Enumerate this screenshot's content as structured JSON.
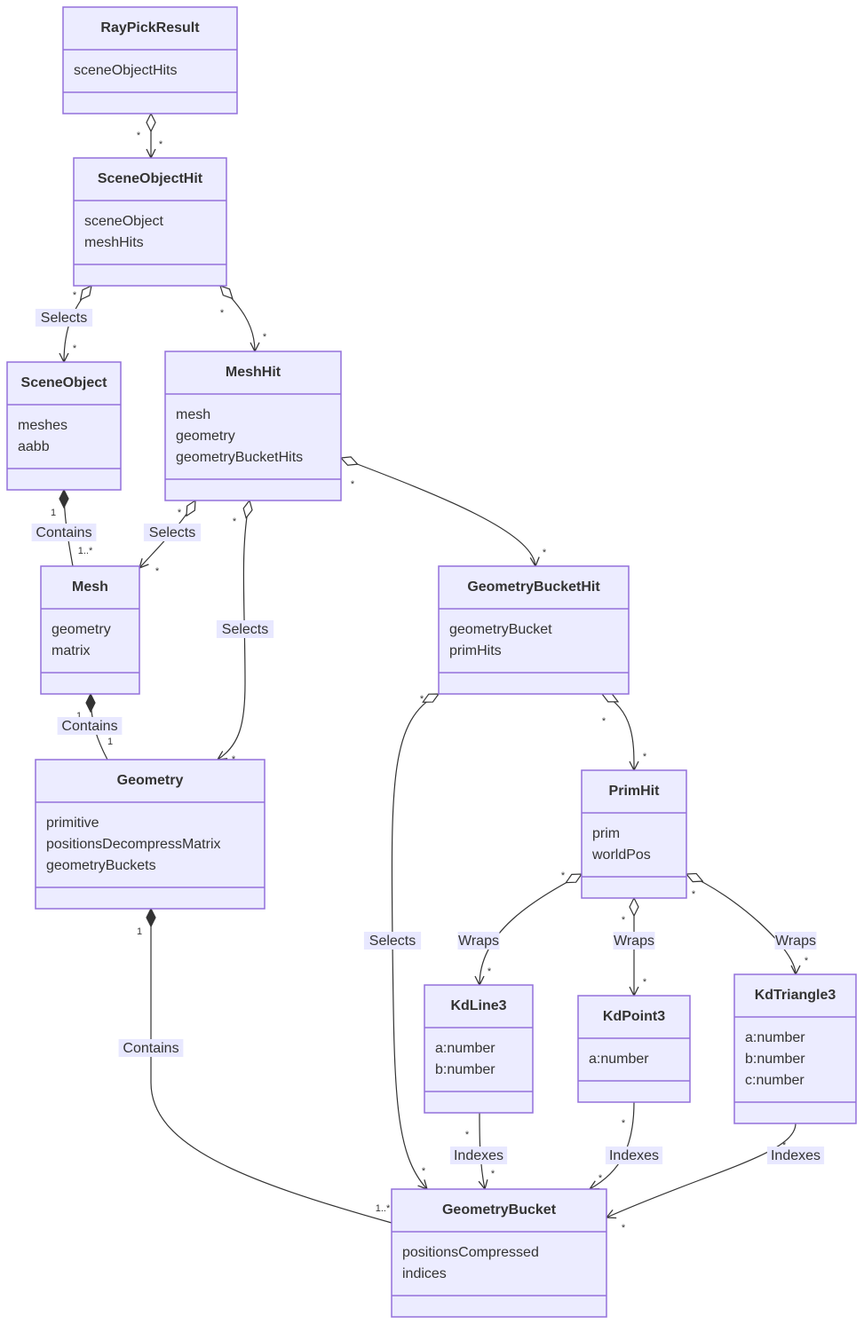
{
  "diagram": {
    "classes": [
      {
        "id": "RayPickResult",
        "name": "RayPickResult",
        "attributes": [
          "sceneObjectHits"
        ]
      },
      {
        "id": "SceneObjectHit",
        "name": "SceneObjectHit",
        "attributes": [
          "sceneObject",
          "meshHits"
        ]
      },
      {
        "id": "SceneObject",
        "name": "SceneObject",
        "attributes": [
          "meshes",
          "aabb"
        ]
      },
      {
        "id": "MeshHit",
        "name": "MeshHit",
        "attributes": [
          "mesh",
          "geometry",
          "geometryBucketHits"
        ]
      },
      {
        "id": "Mesh",
        "name": "Mesh",
        "attributes": [
          "geometry",
          "matrix"
        ]
      },
      {
        "id": "GeometryBucketHit",
        "name": "GeometryBucketHit",
        "attributes": [
          "geometryBucket",
          "primHits"
        ]
      },
      {
        "id": "Geometry",
        "name": "Geometry",
        "attributes": [
          "primitive",
          "positionsDecompressMatrix",
          "geometryBuckets"
        ]
      },
      {
        "id": "PrimHit",
        "name": "PrimHit",
        "attributes": [
          "prim",
          "worldPos"
        ]
      },
      {
        "id": "KdLine3",
        "name": "KdLine3",
        "attributes": [
          "a:number",
          "b:number"
        ]
      },
      {
        "id": "KdPoint3",
        "name": "KdPoint3",
        "attributes": [
          "a:number"
        ]
      },
      {
        "id": "KdTriangle3",
        "name": "KdTriangle3",
        "attributes": [
          "a:number",
          "b:number",
          "c:number"
        ]
      },
      {
        "id": "GeometryBucket",
        "name": "GeometryBucket",
        "attributes": [
          "positionsCompressed",
          "indices"
        ]
      }
    ],
    "relations": [
      {
        "from": "RayPickResult",
        "to": "SceneObjectHit",
        "kind": "aggregation",
        "label": "",
        "from_card": "*",
        "to_card": "*"
      },
      {
        "from": "SceneObjectHit",
        "to": "SceneObject",
        "kind": "aggregation",
        "label": "Selects",
        "from_card": "*",
        "to_card": "*"
      },
      {
        "from": "SceneObjectHit",
        "to": "MeshHit",
        "kind": "aggregation",
        "label": "",
        "from_card": "*",
        "to_card": "*"
      },
      {
        "from": "SceneObject",
        "to": "Mesh",
        "kind": "composition",
        "label": "Contains",
        "from_card": "1",
        "to_card": "1..*"
      },
      {
        "from": "MeshHit",
        "to": "Mesh",
        "kind": "aggregation",
        "label": "Selects",
        "from_card": "*",
        "to_card": "*"
      },
      {
        "from": "MeshHit",
        "to": "Geometry",
        "kind": "aggregation",
        "label": "Selects",
        "from_card": "*",
        "to_card": "*"
      },
      {
        "from": "MeshHit",
        "to": "GeometryBucketHit",
        "kind": "aggregation",
        "label": "",
        "from_card": "*",
        "to_card": "*"
      },
      {
        "from": "Mesh",
        "to": "Geometry",
        "kind": "composition",
        "label": "Contains",
        "from_card": "1",
        "to_card": "1"
      },
      {
        "from": "GeometryBucketHit",
        "to": "GeometryBucket",
        "kind": "aggregation",
        "label": "Selects",
        "from_card": "*",
        "to_card": "*"
      },
      {
        "from": "GeometryBucketHit",
        "to": "PrimHit",
        "kind": "aggregation",
        "label": "",
        "from_card": "*",
        "to_card": "*"
      },
      {
        "from": "Geometry",
        "to": "GeometryBucket",
        "kind": "composition",
        "label": "Contains",
        "from_card": "1",
        "to_card": "1..*"
      },
      {
        "from": "PrimHit",
        "to": "KdLine3",
        "kind": "aggregation",
        "label": "Wraps",
        "from_card": "*",
        "to_card": "*"
      },
      {
        "from": "PrimHit",
        "to": "KdPoint3",
        "kind": "aggregation",
        "label": "Wraps",
        "from_card": "*",
        "to_card": "*"
      },
      {
        "from": "PrimHit",
        "to": "KdTriangle3",
        "kind": "aggregation",
        "label": "Wraps",
        "from_card": "*",
        "to_card": "*"
      },
      {
        "from": "KdLine3",
        "to": "GeometryBucket",
        "kind": "association",
        "label": "Indexes",
        "from_card": "*",
        "to_card": "*"
      },
      {
        "from": "KdPoint3",
        "to": "GeometryBucket",
        "kind": "association",
        "label": "Indexes",
        "from_card": "*",
        "to_card": "*"
      },
      {
        "from": "KdTriangle3",
        "to": "GeometryBucket",
        "kind": "association",
        "label": "Indexes",
        "from_card": "*",
        "to_card": "*"
      }
    ]
  },
  "colors": {
    "box_fill": "#ECECFF",
    "box_stroke": "#9370DB",
    "text": "#333333",
    "label_bg": "#E8E8FF"
  }
}
